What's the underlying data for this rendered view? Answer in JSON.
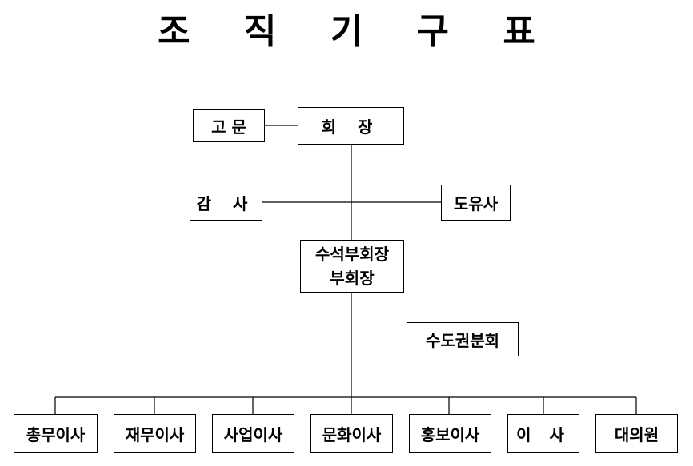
{
  "title": "조 직 기 구 표",
  "nodes": {
    "advisor": "고 문",
    "chairman": "회  장",
    "auditor": "감  사",
    "guide": "도유사",
    "senior_vice_chairman": "수석부회장",
    "vice_chairman": "부회장",
    "capital_branch": "수도권분회",
    "directors": [
      "총무이사",
      "재무이사",
      "사업이사",
      "문화이사",
      "홍보이사",
      "이 사",
      "대의원"
    ]
  }
}
